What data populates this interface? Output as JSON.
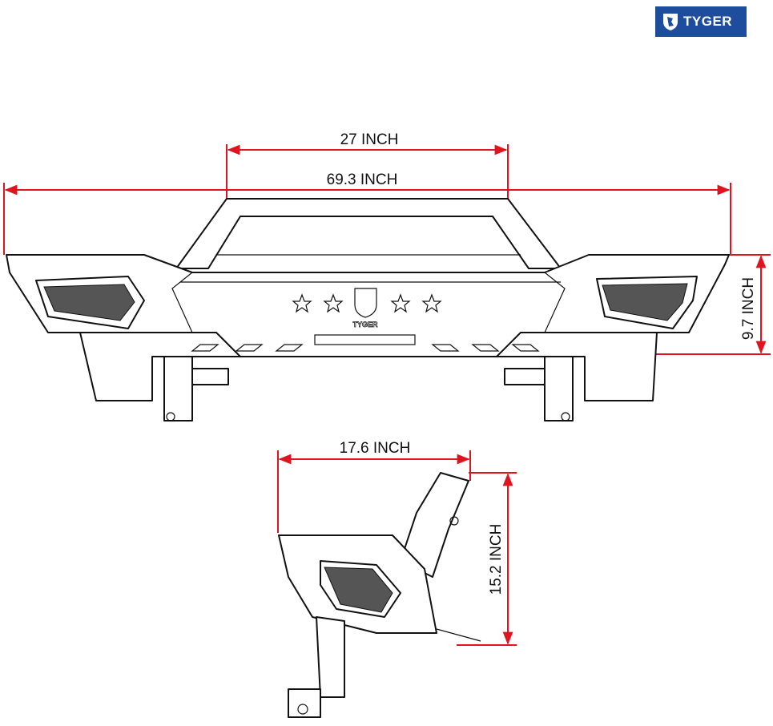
{
  "brand": {
    "name": "TYGER",
    "color": "#1f4d9e"
  },
  "dimensions": {
    "top_width": "27 INCH",
    "overall_width": "69.3 INCH",
    "height": "9.7 INCH",
    "side_depth": "17.6 INCH",
    "side_height": "15.2 INCH"
  },
  "bumper_emblem": "TYGER",
  "colors": {
    "dimension_line": "#e0141e"
  }
}
